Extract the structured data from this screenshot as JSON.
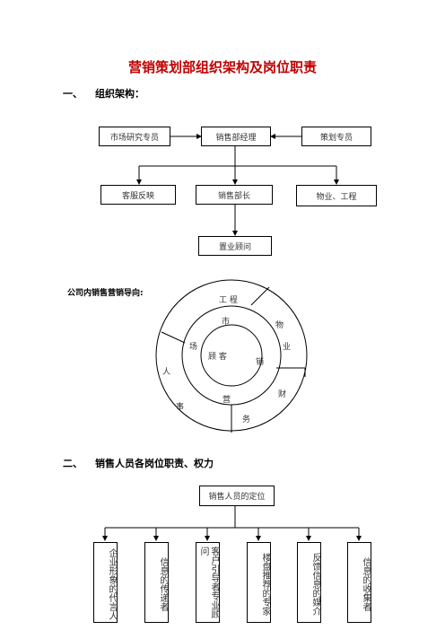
{
  "title": "营销策划部组织架构及岗位职责",
  "section1": {
    "num": "一、",
    "label": "组织架构："
  },
  "org": {
    "market_research": "市场研究专员",
    "sales_manager": "销售部经理",
    "planner": "策划专员",
    "customer_feedback": "客服反映",
    "sales_head": "销售部长",
    "property_engineering": "物业、工程",
    "property_consultant": "置业顾问"
  },
  "guidance_label": "公司内销售营销导向:",
  "ring": {
    "center": "顾 客",
    "inner": [
      "市",
      "场",
      "营",
      "销"
    ],
    "outer": [
      "工 程",
      "物",
      "业",
      "财",
      "务",
      "事",
      "人"
    ]
  },
  "section2": {
    "num": "二、",
    "label": "销售人员各岗位职责、权力"
  },
  "positioning": {
    "top": "销售人员的定位",
    "roles": [
      "企业形象的代言人",
      "信息的传递者",
      "客户引导者专业顾问",
      "楼盘推荐的专家",
      "反馈信息的媒介",
      "信息的收集者"
    ]
  }
}
